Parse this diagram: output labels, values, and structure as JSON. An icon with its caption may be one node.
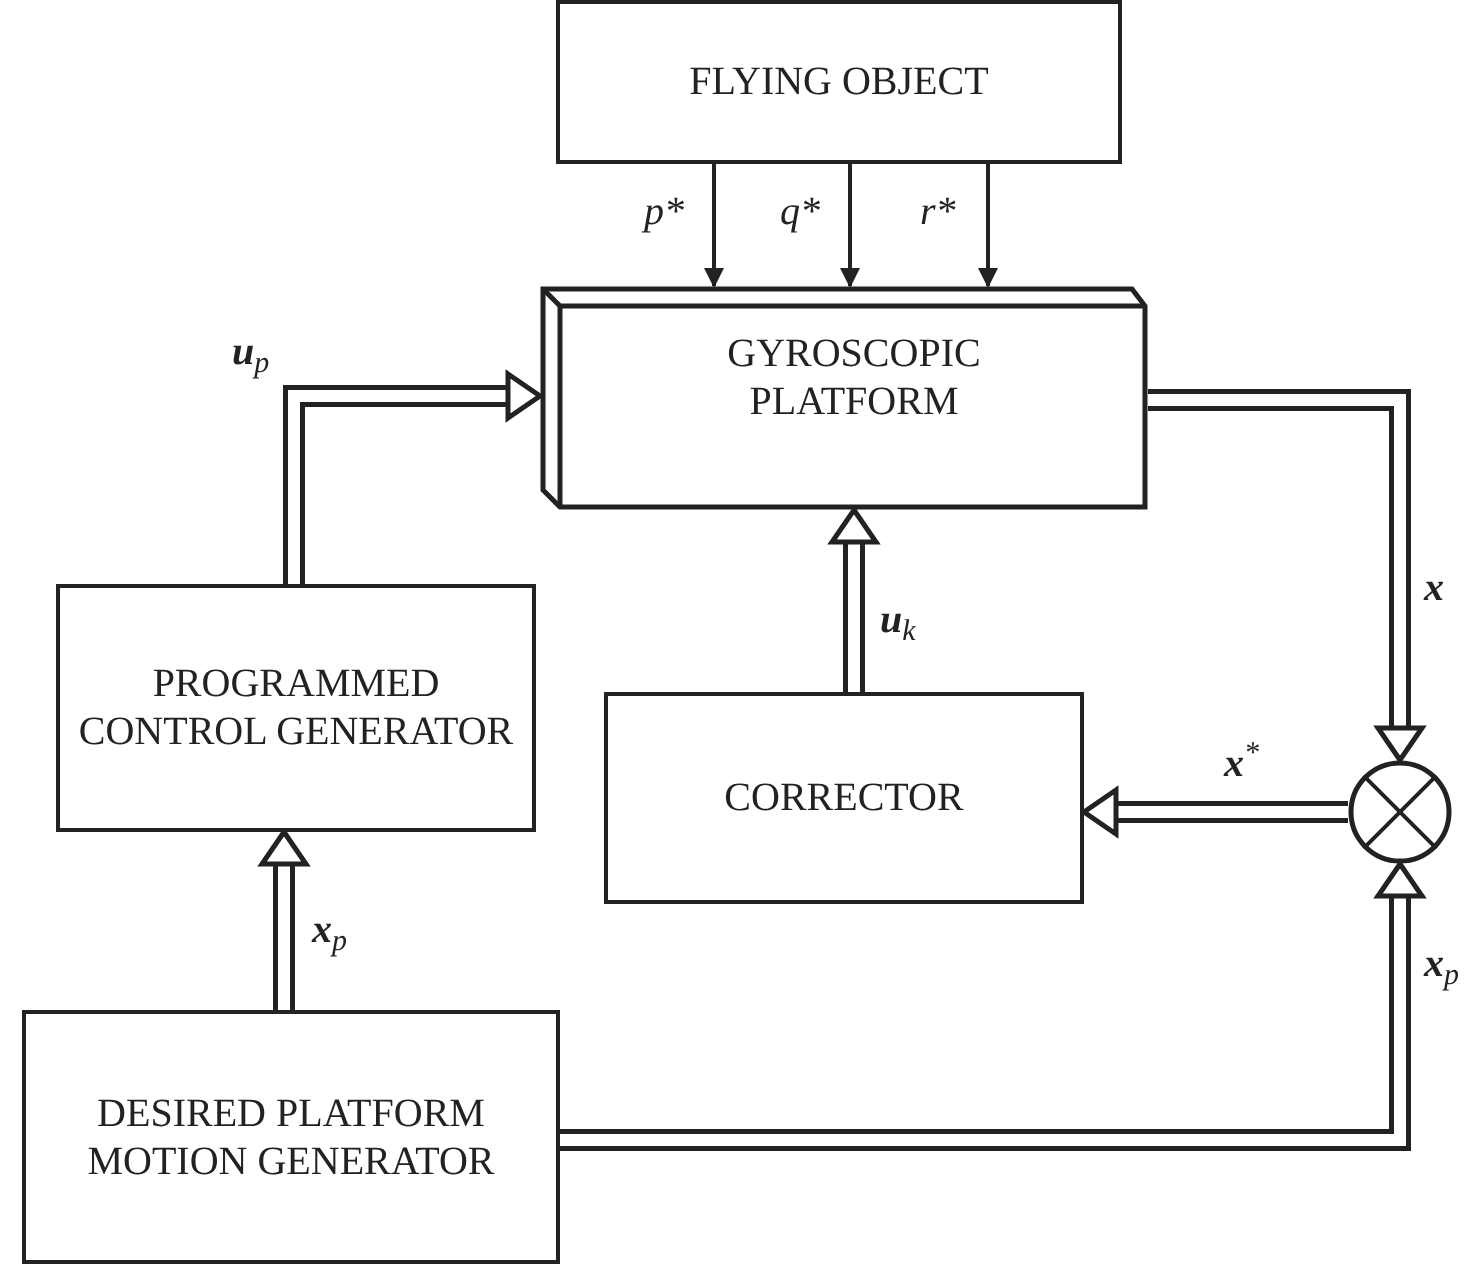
{
  "diagram": {
    "nodes": [
      {
        "text": [
          "FLYING OBJECT"
        ]
      },
      {
        "text": [
          "GYROSCOPIC PLATFORM"
        ]
      },
      {
        "text": [
          "PROGRAMMED CONTROL GENERATOR"
        ]
      },
      {
        "text": [
          "CORRECTOR"
        ]
      },
      {
        "text": [],
        "shape": "circle"
      },
      {
        "text": [
          "DESIRED PLATFORM MOTION GENERATOR"
        ]
      }
    ],
    "edges": [
      {
        "from": 0,
        "to": 1,
        "arrow": "to",
        "label": "p*"
      },
      {
        "from": 0,
        "to": 1,
        "arrow": "to",
        "label": "q*"
      },
      {
        "from": 0,
        "to": 1,
        "arrow": "to",
        "label": "r*"
      },
      {
        "from": 2,
        "to": 1,
        "arrow": "to",
        "label": "**u**$_{p}$"
      },
      {
        "from": 1,
        "to": 4,
        "arrow": "to",
        "label": "**x**"
      },
      {
        "from": 3,
        "to": 1,
        "arrow": "to",
        "label": "**u**$_{k}$"
      },
      {
        "from": 4,
        "to": 3,
        "arrow": "to",
        "label": "**x**$^{*}$"
      },
      {
        "from": 5,
        "to": 2,
        "arrow": "to",
        "label": "**x**$_{p}$"
      },
      {
        "from": 5,
        "to": 4,
        "arrow": "to",
        "label": "**x**$_{p}$"
      }
    ]
  }
}
